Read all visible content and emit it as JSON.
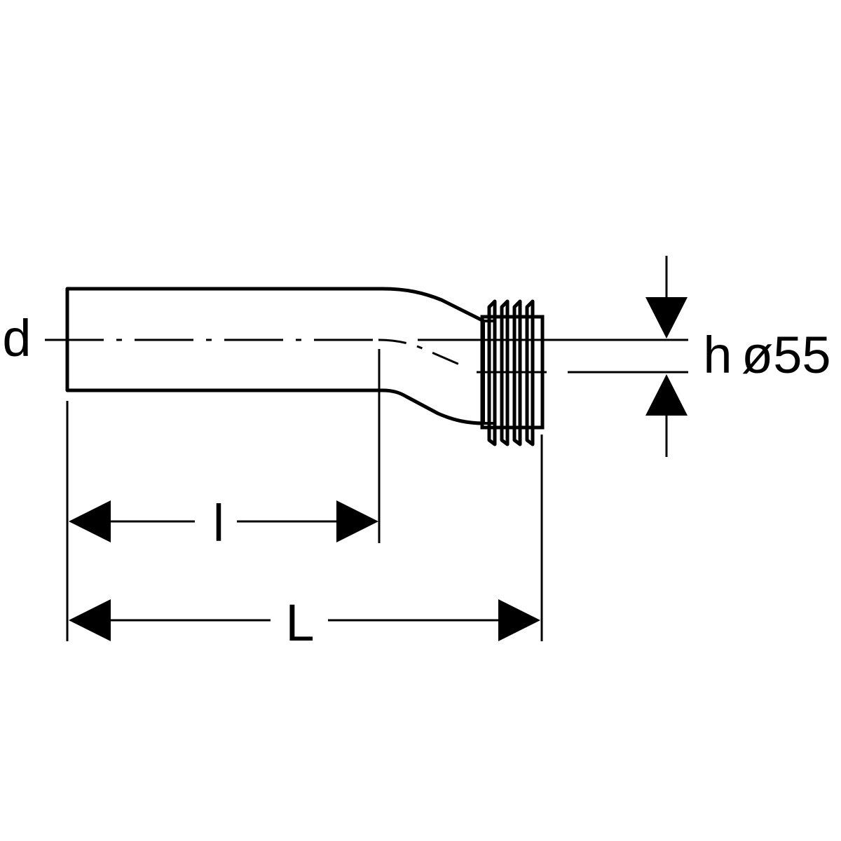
{
  "labels": {
    "d": "d",
    "l": "l",
    "L": "L",
    "h": "h",
    "diameter": "ø55"
  },
  "colors": {
    "line": "#000000",
    "background": "#ffffff"
  }
}
